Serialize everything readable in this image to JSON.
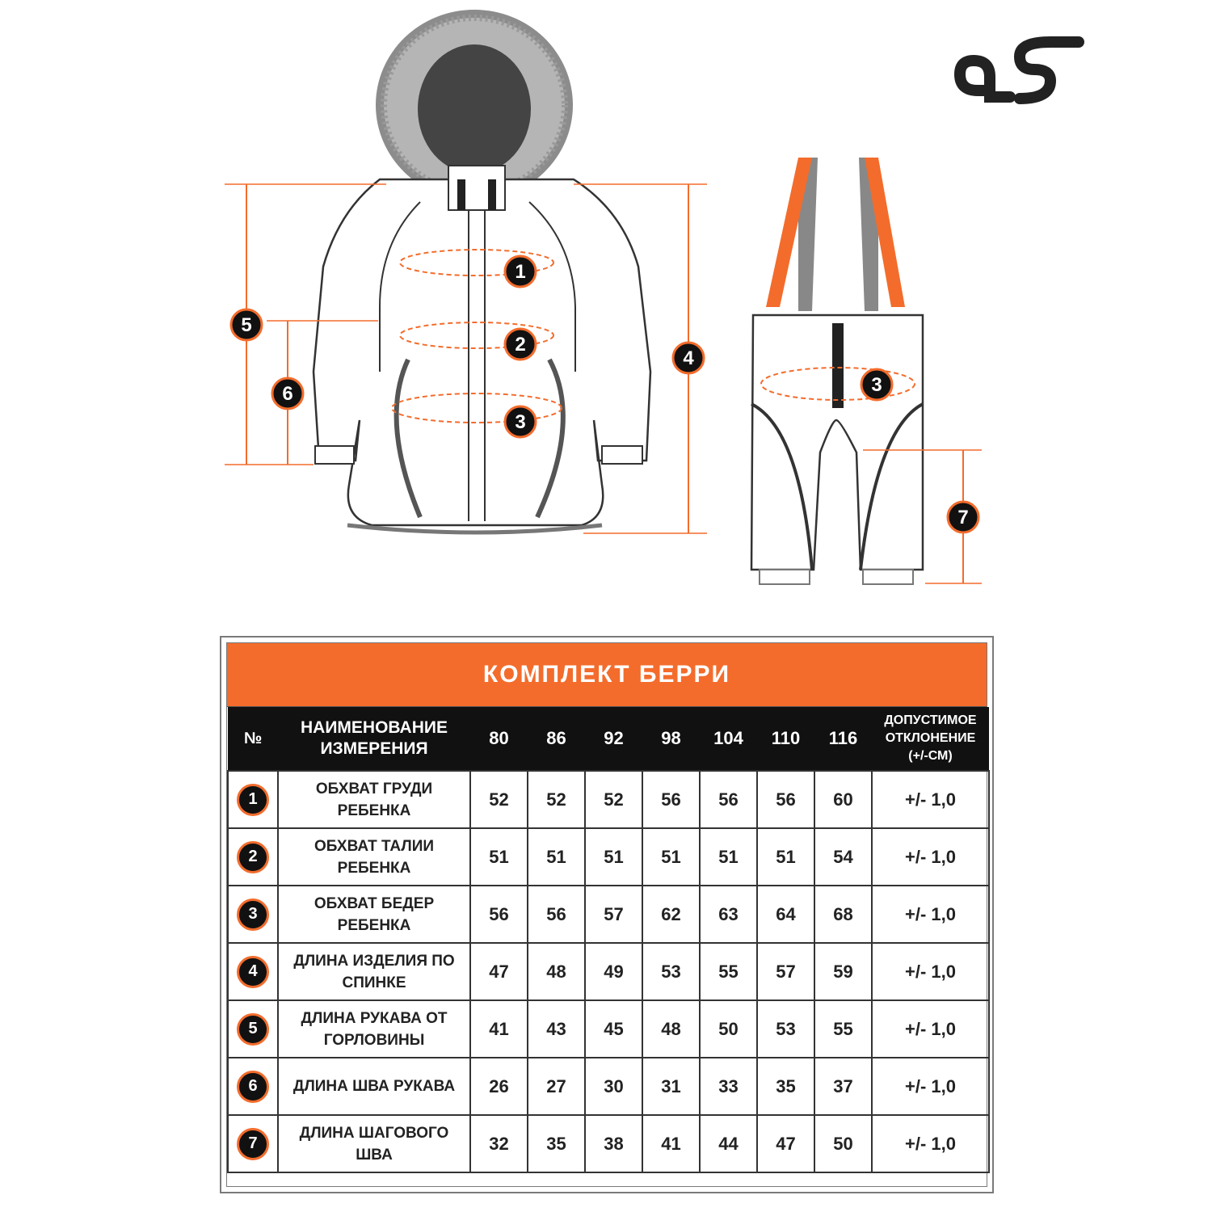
{
  "brand": {
    "logo_text": "as"
  },
  "diagram": {
    "jacket_markers": [
      "1",
      "2",
      "3",
      "4",
      "5",
      "6"
    ],
    "pants_markers": [
      "3",
      "7"
    ]
  },
  "table": {
    "title": "КОМПЛЕКТ  БЕРРИ",
    "headers": {
      "number": "№",
      "name_line1": "НАИМЕНОВАНИЕ",
      "name_line2": "ИЗМЕРЕНИЯ",
      "sizes": [
        "80",
        "86",
        "92",
        "98",
        "104",
        "110",
        "116"
      ],
      "tolerance_line1": "ДОПУСТИМОЕ",
      "tolerance_line2": "ОТКЛОНЕНИЕ",
      "tolerance_line3": "(+/-СМ)"
    },
    "rows": [
      {
        "num": "1",
        "line1": "ОБХВАТ ГРУДИ",
        "line2": "РЕБЕНКА",
        "values": [
          "52",
          "52",
          "52",
          "56",
          "56",
          "56",
          "60"
        ],
        "tolerance": "+/- 1,0"
      },
      {
        "num": "2",
        "line1": "ОБХВАТ ТАЛИИ",
        "line2": "РЕБЕНКА",
        "values": [
          "51",
          "51",
          "51",
          "51",
          "51",
          "51",
          "54"
        ],
        "tolerance": "+/- 1,0"
      },
      {
        "num": "3",
        "line1": "ОБХВАТ БЕДЕР",
        "line2": "РЕБЕНКА",
        "values": [
          "56",
          "56",
          "57",
          "62",
          "63",
          "64",
          "68"
        ],
        "tolerance": "+/- 1,0"
      },
      {
        "num": "4",
        "line1": "ДЛИНА ИЗДЕЛИЯ ПО",
        "line2": "СПИНКЕ",
        "values": [
          "47",
          "48",
          "49",
          "53",
          "55",
          "57",
          "59"
        ],
        "tolerance": "+/- 1,0"
      },
      {
        "num": "5",
        "line1": "ДЛИНА РУКАВА ОТ",
        "line2": "ГОРЛОВИНЫ",
        "values": [
          "41",
          "43",
          "45",
          "48",
          "50",
          "53",
          "55"
        ],
        "tolerance": "+/- 1,0"
      },
      {
        "num": "6",
        "line1": "ДЛИНА ШВА РУКАВА",
        "line2": "",
        "values": [
          "26",
          "27",
          "30",
          "31",
          "33",
          "35",
          "37"
        ],
        "tolerance": "+/- 1,0"
      },
      {
        "num": "7",
        "line1": "ДЛИНА ШАГОВОГО",
        "line2": "ШВА",
        "values": [
          "32",
          "35",
          "38",
          "41",
          "44",
          "47",
          "50"
        ],
        "tolerance": "+/- 1,0"
      }
    ]
  },
  "colors": {
    "accent": "#f36c2c",
    "header_bg": "#111111",
    "line": "#333333"
  }
}
